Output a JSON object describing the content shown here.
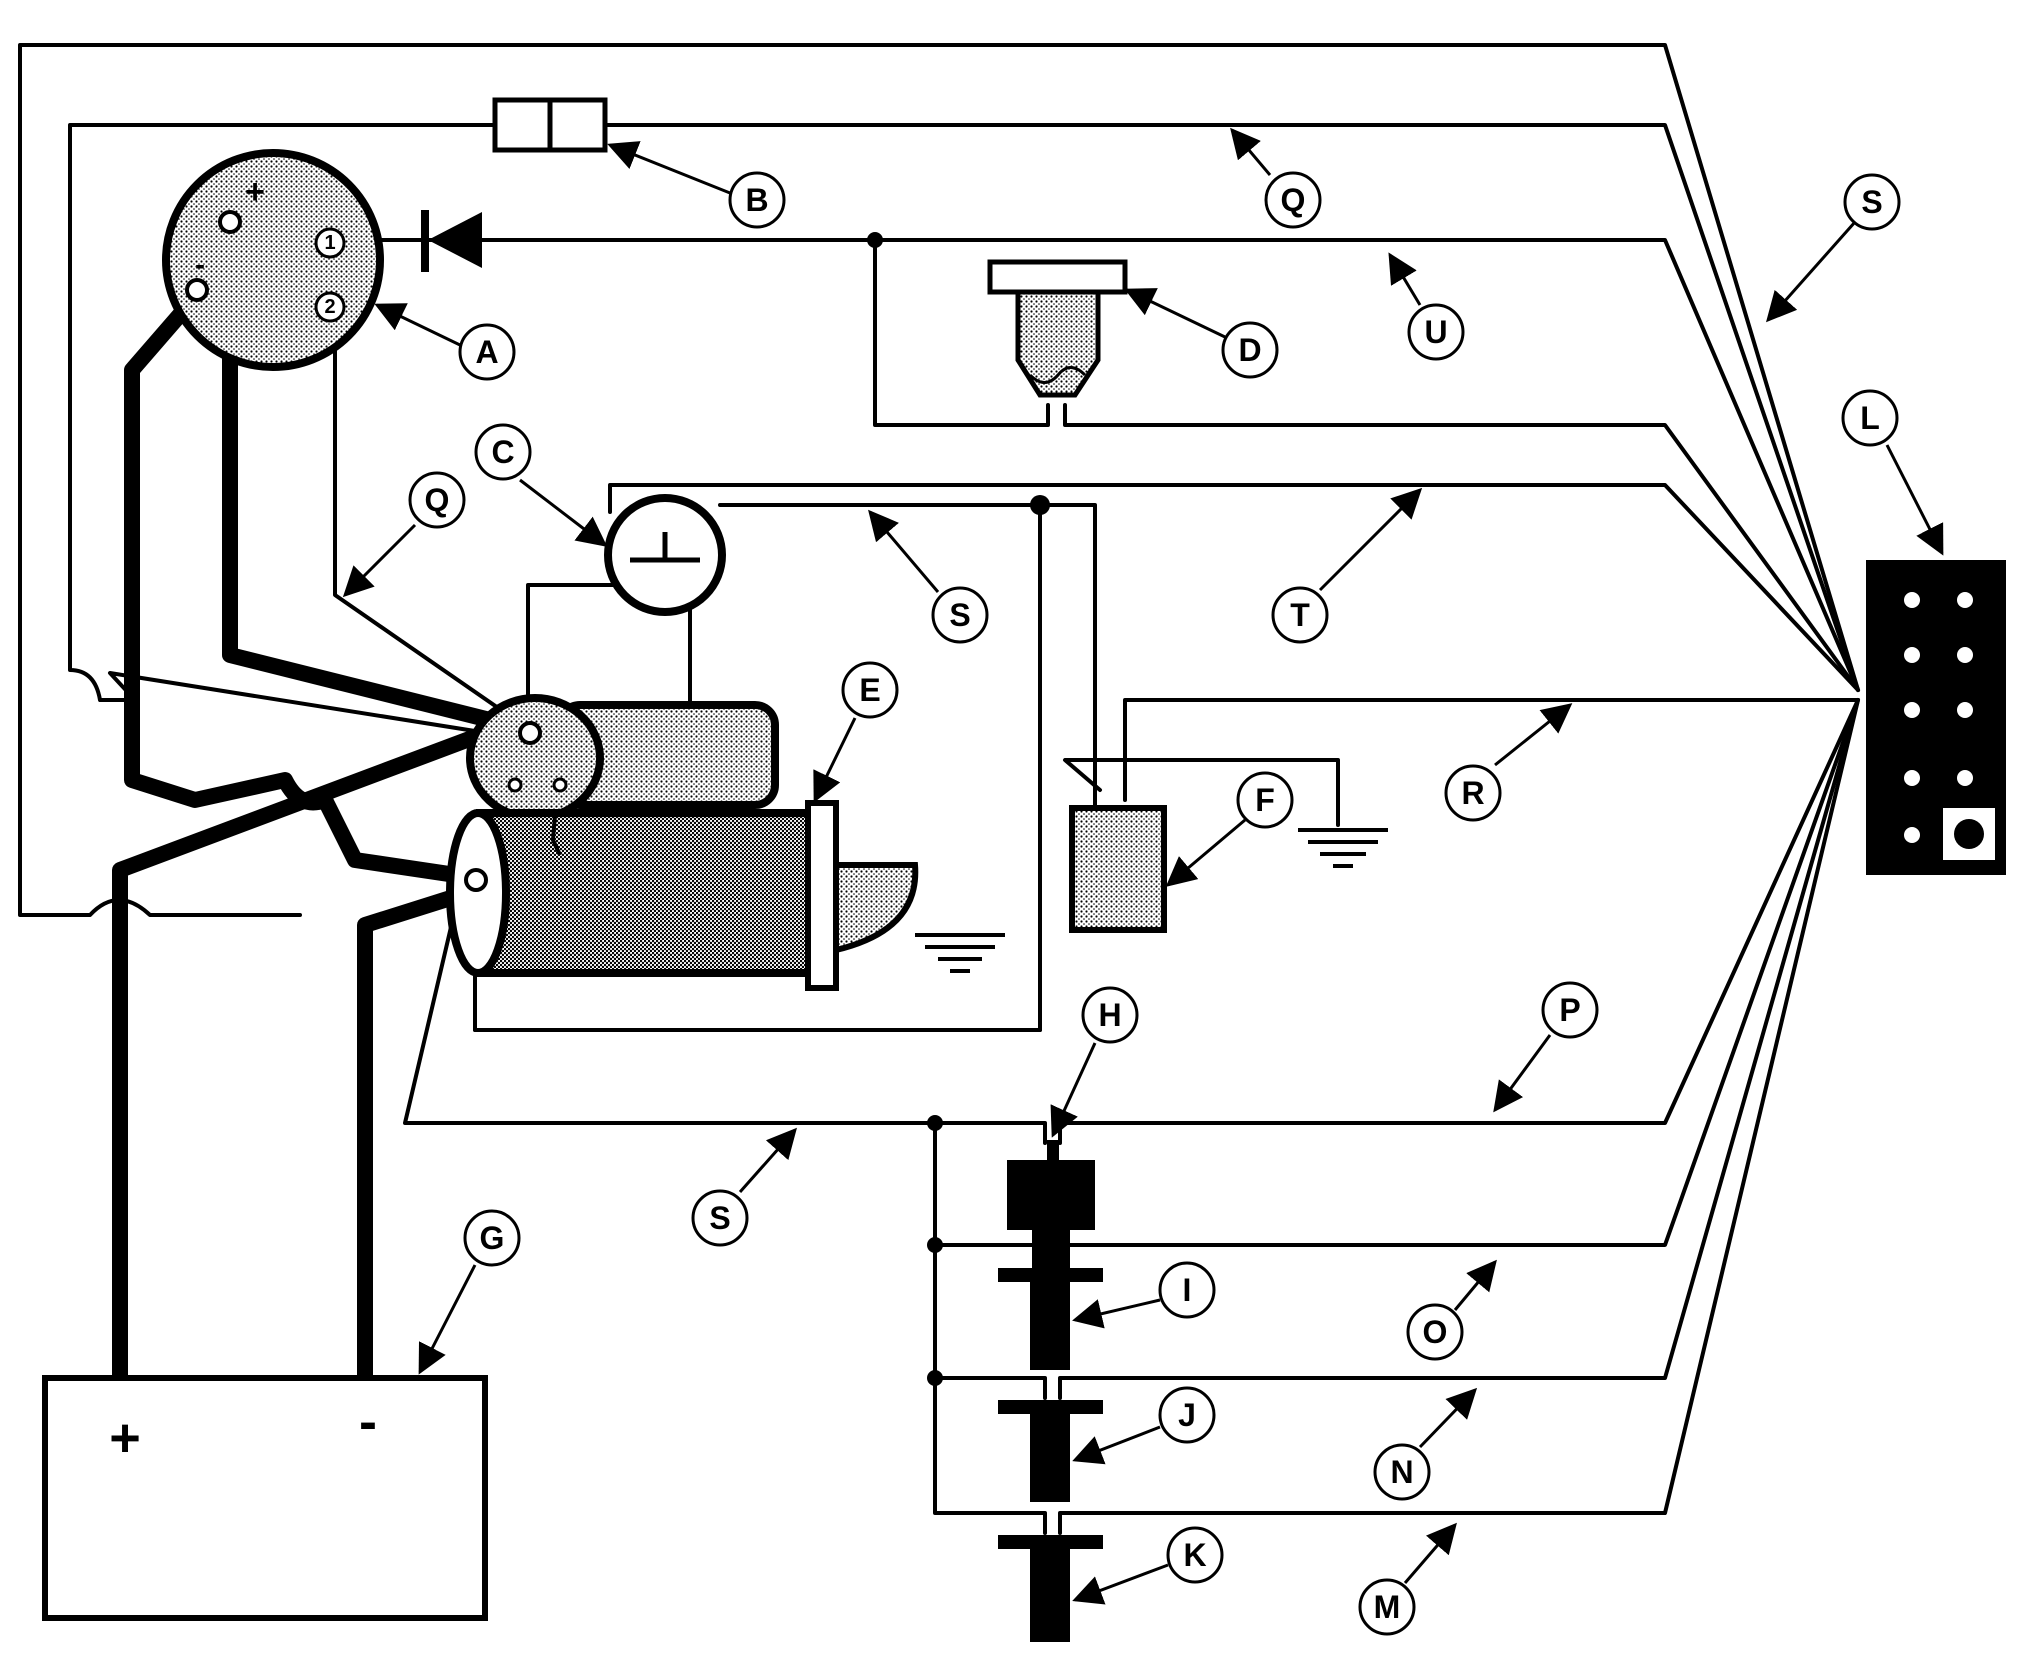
{
  "diagram": {
    "callouts": {
      "A": "A",
      "B": "B",
      "C": "C",
      "D": "D",
      "E": "E",
      "F": "F",
      "G": "G",
      "H": "H",
      "I": "I",
      "J": "J",
      "K": "K",
      "L": "L",
      "M": "M",
      "N": "N",
      "O": "O",
      "P": "P",
      "Q1": "Q",
      "Q2": "Q",
      "R": "R",
      "S1": "S",
      "S2": "S",
      "S3": "S",
      "T": "T",
      "U": "U"
    },
    "alternator_terminals": {
      "positive": "+",
      "negative": "-",
      "terminal_1": "1",
      "terminal_2": "2"
    },
    "battery_terminals": {
      "positive": "+",
      "negative": "-"
    }
  }
}
